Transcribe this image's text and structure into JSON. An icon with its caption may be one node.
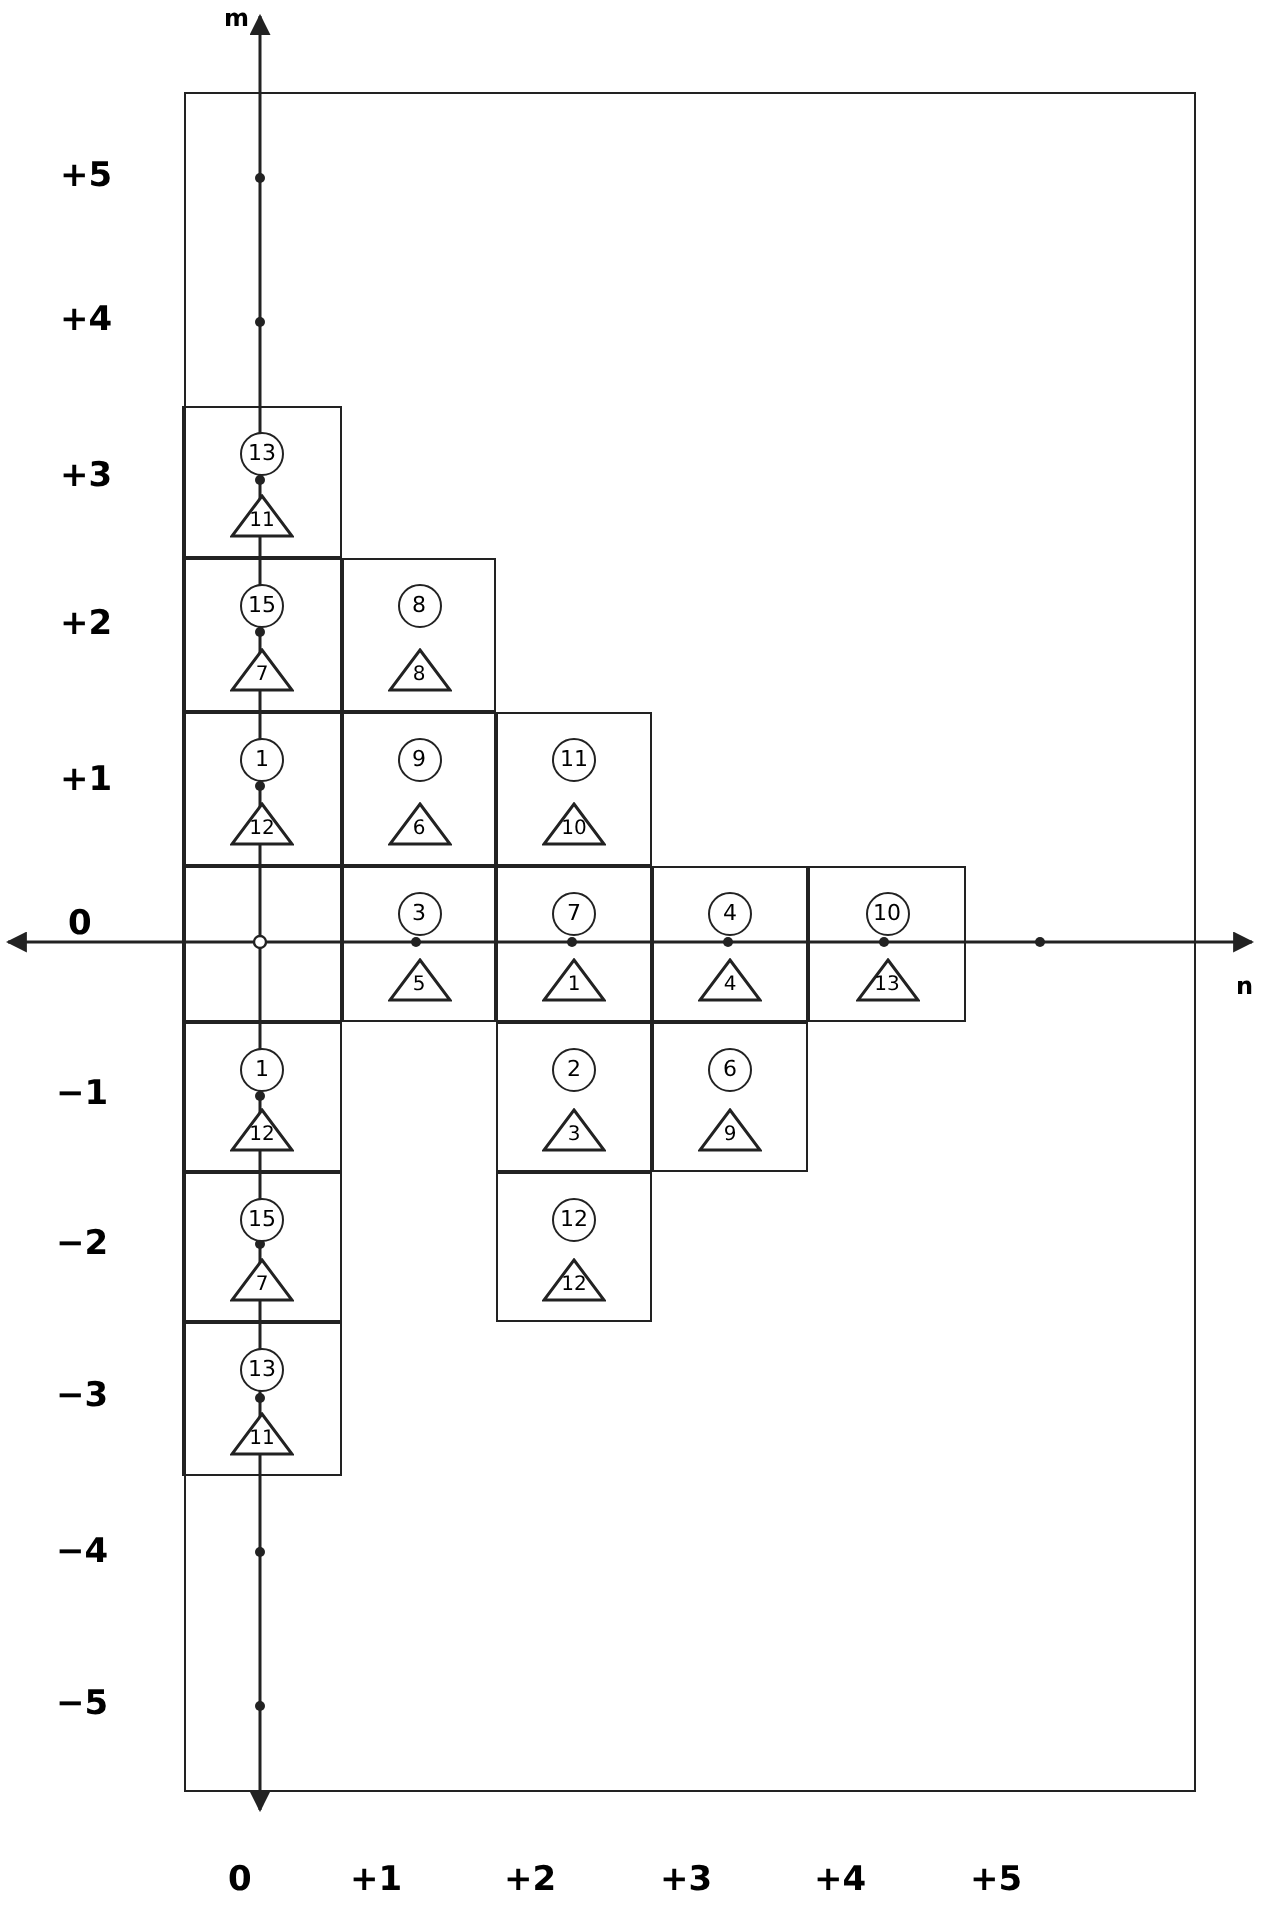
{
  "diagram": {
    "nodes": [
      {
        "text": [],
        "shape": "box"
      },
      {
        "text": [],
        "shape": "box",
        "in": 0
      },
      {
        "text": [
          "13"
        ],
        "in": 1
      },
      {
        "text": [
          "11"
        ],
        "in": 1
      },
      {
        "text": [],
        "shape": "box",
        "in": 0
      },
      {
        "text": [
          "15"
        ],
        "in": 4
      },
      {
        "text": [
          "7"
        ],
        "in": 4
      },
      {
        "text": [],
        "shape": "box",
        "in": 0
      },
      {
        "text": [
          "8"
        ],
        "in": 7
      },
      {
        "text": [
          "8"
        ],
        "in": 7
      },
      {
        "text": [],
        "shape": "box",
        "in": 0
      },
      {
        "text": [
          "1"
        ],
        "in": 10
      },
      {
        "text": [
          "12"
        ],
        "in": 10
      },
      {
        "text": [],
        "shape": "box",
        "in": 0
      },
      {
        "text": [
          "9"
        ],
        "in": 13
      },
      {
        "text": [
          "6"
        ],
        "in": 13
      },
      {
        "text": [],
        "shape": "box",
        "in": 0
      },
      {
        "text": [
          "11"
        ],
        "in": 16
      },
      {
        "text": [
          "10"
        ],
        "in": 16
      },
      {
        "text": [],
        "shape": "box",
        "in": 0
      },
      {
        "text": [],
        "shape": "box",
        "in": 0
      },
      {
        "text": [
          "3"
        ],
        "in": 20
      },
      {
        "text": [
          "5"
        ],
        "in": 20
      },
      {
        "text": [],
        "shape": "box",
        "in": 0
      },
      {
        "text": [
          "7"
        ],
        "in": 23
      },
      {
        "text": [
          "1"
        ],
        "in": 23
      },
      {
        "text": [],
        "shape": "box",
        "in": 0
      },
      {
        "text": [
          "4"
        ],
        "in": 26
      },
      {
        "text": [
          "4"
        ],
        "in": 26
      },
      {
        "text": [],
        "shape": "box",
        "in": 0
      },
      {
        "text": [
          "10"
        ],
        "in": 29
      },
      {
        "text": [
          "13"
        ],
        "in": 29
      },
      {
        "text": [],
        "shape": "box",
        "in": 0
      },
      {
        "text": [
          "1"
        ],
        "in": 32
      },
      {
        "text": [
          "12"
        ],
        "in": 32
      },
      {
        "text": [],
        "shape": "box",
        "in": 0
      },
      {
        "text": [
          "2"
        ],
        "in": 35
      },
      {
        "text": [
          "3"
        ],
        "in": 35
      },
      {
        "text": [],
        "shape": "box",
        "in": 0
      },
      {
        "text": [
          "6"
        ],
        "in": 38
      },
      {
        "text": [
          "9"
        ],
        "in": 38
      },
      {
        "text": [],
        "shape": "box",
        "in": 0
      },
      {
        "text": [
          "15"
        ],
        "in": 41
      },
      {
        "text": [
          "7"
        ],
        "in": 41
      },
      {
        "text": [],
        "shape": "box",
        "in": 0
      },
      {
        "text": [
          "12"
        ],
        "in": 44
      },
      {
        "text": [
          "12"
        ],
        "in": 44
      },
      {
        "text": [],
        "shape": "box",
        "in": 0
      },
      {
        "text": [
          "13"
        ],
        "in": 47
      },
      {
        "text": [
          "11"
        ],
        "in": 47
      }
    ],
    "edges": [],
    "labels": [
      "m",
      "+5",
      "+4",
      "+3",
      "+2",
      "+1",
      "0",
      "n",
      "−1",
      "−2",
      "−3",
      "−4",
      "−5",
      "0",
      "+1",
      "+2",
      "+3",
      "+4",
      "+5"
    ]
  }
}
